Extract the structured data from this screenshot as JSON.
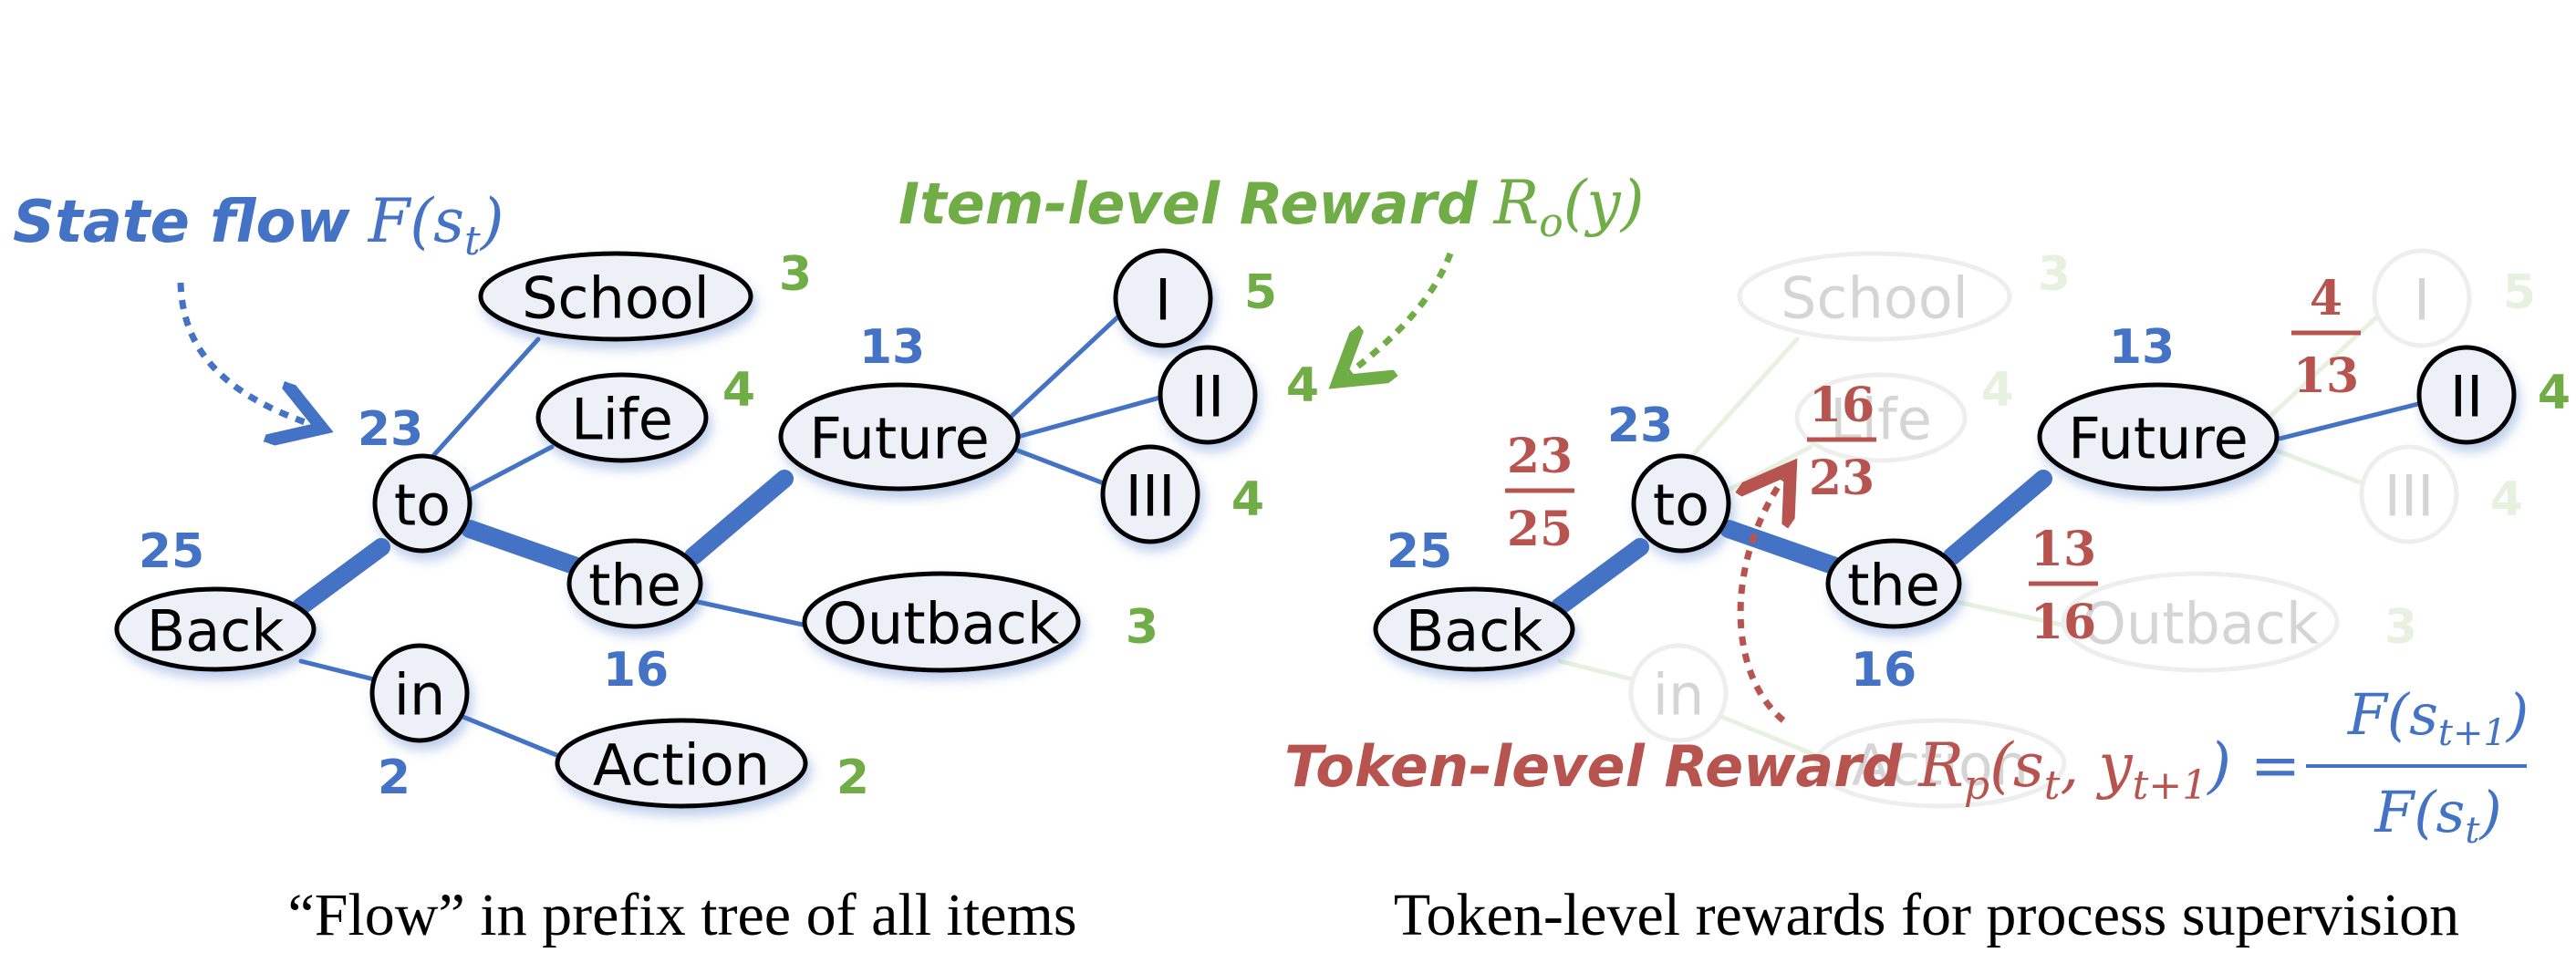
{
  "left_panel": {
    "state_flow_label": "State flow",
    "state_flow_math": "F(s",
    "state_flow_sub": "t",
    "state_flow_close": ")",
    "item_reward_label": "Item-level Reward",
    "item_reward_math": "R",
    "item_reward_sub": "o",
    "item_reward_args": "(y)",
    "caption": "“Flow” in prefix tree of all items",
    "nodes": {
      "back": "Back",
      "to": "to",
      "in": "in",
      "school": "School",
      "life": "Life",
      "the": "the",
      "action": "Action",
      "future": "Future",
      "outback": "Outback",
      "i": "I",
      "ii": "II",
      "iii": "III"
    },
    "flows": {
      "back": "25",
      "to": "23",
      "the": "16",
      "in": "2",
      "future": "13"
    },
    "rewards": {
      "school": "3",
      "life": "4",
      "i": "5",
      "ii": "4",
      "iii": "4",
      "outback": "3",
      "action": "2"
    }
  },
  "right_panel": {
    "caption": "Token-level rewards for process supervision",
    "token_reward_label": "Token-level Reward",
    "token_reward_math": "R",
    "token_reward_sub": "p",
    "token_reward_args_a": "(s",
    "token_reward_args_b": "t",
    "token_reward_args_c": ", y",
    "token_reward_args_d": "t+1",
    "token_reward_args_e": ") =",
    "formula_num": "F(s",
    "formula_num_sub": "t+1",
    "formula_den": "F(s",
    "formula_den_sub": "t",
    "formula_close": ")",
    "nodes": {
      "back": "Back",
      "to": "to",
      "the": "the",
      "future": "Future",
      "ii": "II",
      "school": "School",
      "life": "Life",
      "in": "in",
      "action": "Action",
      "outback": "Outback",
      "i": "I",
      "iii": "III"
    },
    "flows": {
      "back": "25",
      "to": "23",
      "the": "16",
      "future": "13"
    },
    "rewards": {
      "ii": "4",
      "school": "3",
      "life": "4",
      "i": "5",
      "iii": "4",
      "outback": "3"
    },
    "fractions": {
      "back_to": {
        "num": "23",
        "den": "25"
      },
      "to_the": {
        "num": "16",
        "den": "23"
      },
      "the_future": {
        "num": "13",
        "den": "16"
      },
      "future_ii": {
        "num": "4",
        "den": "13"
      }
    }
  },
  "colors": {
    "blue": "#4472c4",
    "green": "#70ad47",
    "red": "#b85450",
    "node_fill": "#eef0f7"
  }
}
